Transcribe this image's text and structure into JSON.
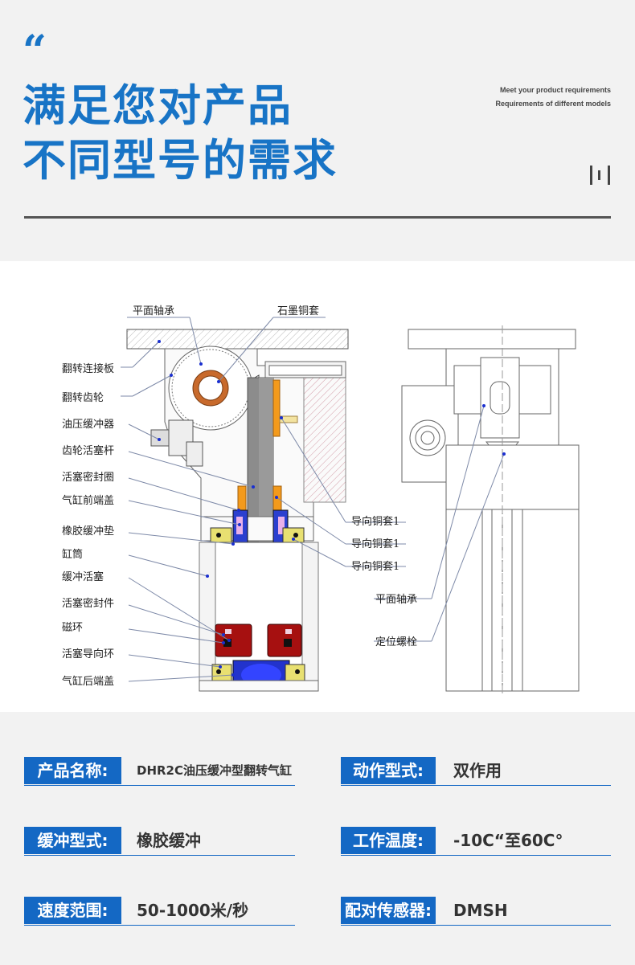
{
  "header": {
    "quote_mark": "“",
    "title_line1": "满足您对产品",
    "title_line2": "不同型号的需求",
    "subtitle_line1": "Meet your product requirements",
    "subtitle_line2": "Requirements of different models"
  },
  "diagram": {
    "labels_left": [
      "平面轴承",
      "翻转连接板",
      "翻转齿轮",
      "油压缓冲器",
      "齿轮活塞杆",
      "活塞密封圈",
      "气缸前端盖",
      "橡胶缓冲垫",
      "缸筒",
      "缓冲活塞",
      "活塞密封件",
      "磁环",
      "活塞导向环",
      "气缸后端盖"
    ],
    "label_top_mid": "石墨铜套",
    "labels_guide": [
      "导向铜套1",
      "导向铜套1",
      "导向铜套1"
    ],
    "labels_right": [
      "平面轴承",
      "定位螺栓"
    ]
  },
  "specs": [
    {
      "label": "产品名称:",
      "value": "DHR2C油压缓冲型翻转气缸"
    },
    {
      "label": "动作型式:",
      "value": "双作用"
    },
    {
      "label": "缓冲型式:",
      "value": "橡胶缓冲"
    },
    {
      "label": "工作温度:",
      "value": "-10C“至60C°"
    },
    {
      "label": "速度范围:",
      "value": "50-1000米/秒"
    },
    {
      "label": "配对传感器:",
      "value": "DMSH"
    }
  ],
  "colors": {
    "brand_blue": "#1874c6",
    "spec_blue": "#1468c4"
  }
}
